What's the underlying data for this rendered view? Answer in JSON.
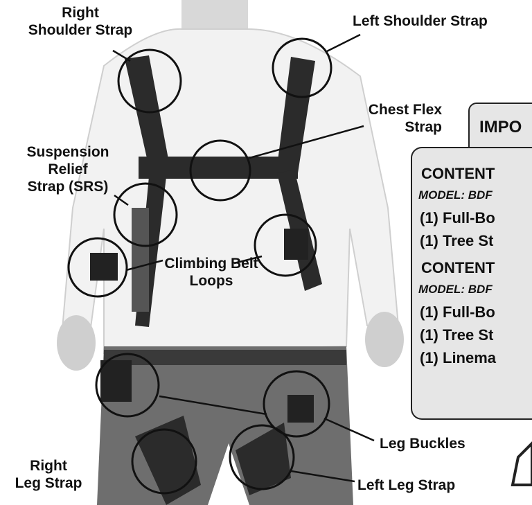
{
  "labels": {
    "right_shoulder": [
      "Right",
      "Shoulder Strap"
    ],
    "left_shoulder": "Left Shoulder Strap",
    "chest_flex": [
      "Chest Flex",
      "Strap"
    ],
    "srs": [
      "Suspension",
      "Relief",
      "Strap (SRS)"
    ],
    "climbing_belt": [
      "Climbing Belt",
      "Loops"
    ],
    "leg_buckles": "Leg Buckles",
    "right_leg": [
      "Right",
      "Leg Strap"
    ],
    "left_leg": "Left Leg Strap"
  },
  "panel": {
    "heading": "IMPO",
    "contents_1": "CONTENT",
    "model_1": "MODEL: BDF",
    "items_1": [
      "(1)  Full-Bo",
      "(1)  Tree St"
    ],
    "contents_2": "CONTENT",
    "model_2": "MODEL: BDF",
    "items_2": [
      "(1)  Full-Bo",
      "(1)  Tree St",
      "(1)  Linema"
    ]
  },
  "colors": {
    "ink": "#111111",
    "panel_fill": "#e6e6e6",
    "shirt": "#f2f2f2",
    "strap": "#2b2b2b",
    "jeans": "#6e6e6e"
  }
}
